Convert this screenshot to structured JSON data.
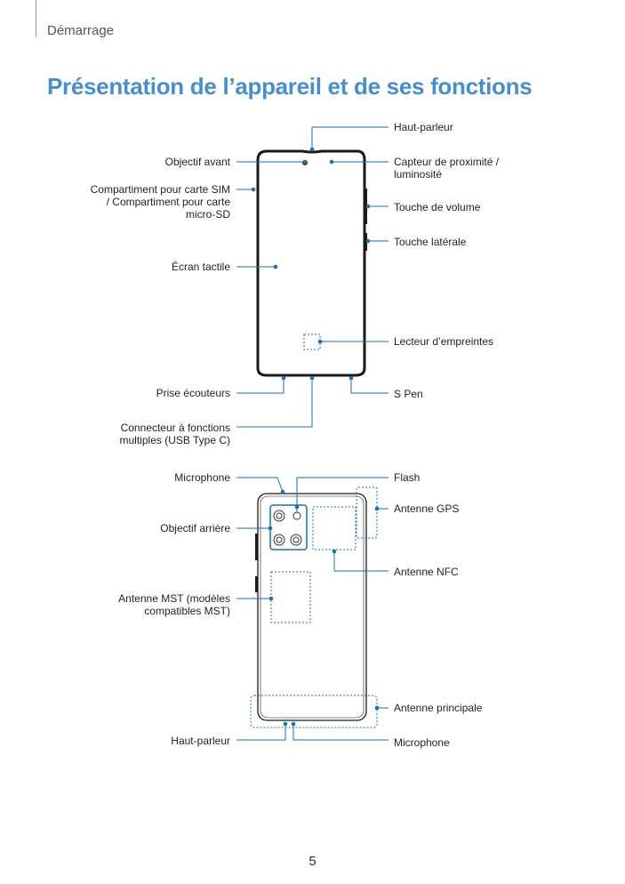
{
  "header": {
    "section": "Démarrage",
    "title": "Présentation de l’appareil et de ses fonctions"
  },
  "front_labels": {
    "haut_parleur": "Haut-parleur",
    "objectif_avant": "Objectif avant",
    "capteur": "Capteur de proximité / luminosité",
    "compartiment": "Compartiment pour carte SIM / Compartiment pour carte micro-SD",
    "touche_volume": "Touche de volume",
    "touche_laterale": "Touche latérale",
    "ecran": "Écran tactile",
    "lecteur": "Lecteur d’empreintes",
    "prise": "Prise écouteurs",
    "spen": "S Pen",
    "connecteur": "Connecteur à fonctions multiples (USB Type C)"
  },
  "back_labels": {
    "microphone_top": "Microphone",
    "flash": "Flash",
    "antenne_gps": "Antenne GPS",
    "objectif_arriere": "Objectif arrière",
    "antenne_nfc": "Antenne NFC",
    "antenne_mst": "Antenne MST (modèles compatibles MST)",
    "antenne_principale": "Antenne principale",
    "haut_parleur": "Haut-parleur",
    "microphone_bottom": "Microphone"
  },
  "footer": {
    "page_number": "5"
  },
  "colors": {
    "accent": "#4a8ec9",
    "callout": "#1f6fa8"
  }
}
